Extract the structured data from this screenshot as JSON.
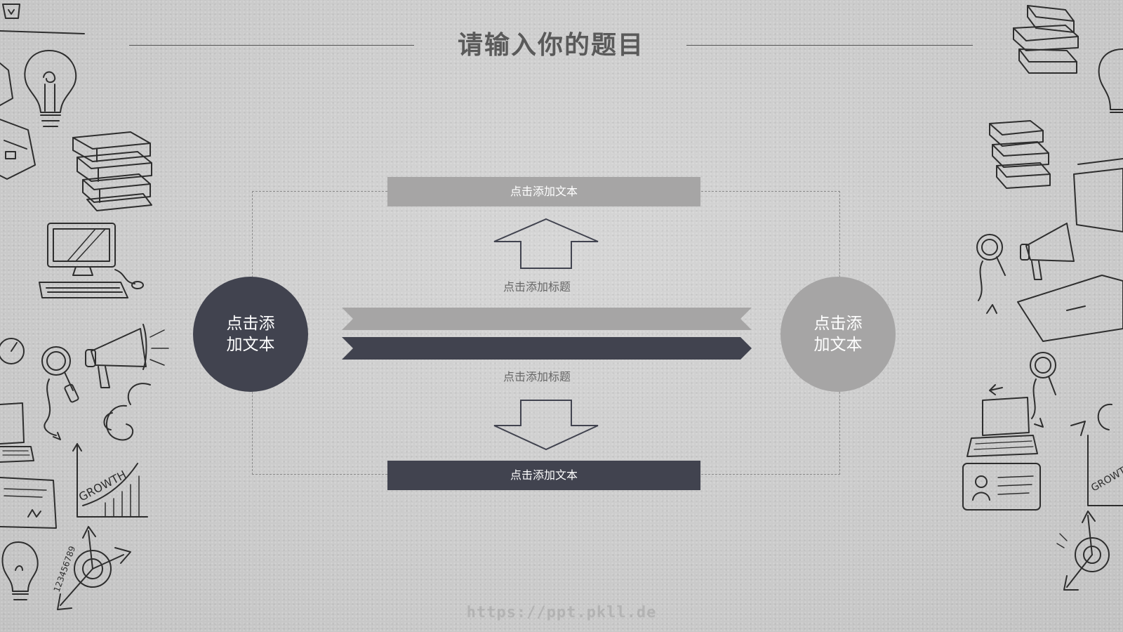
{
  "slide": {
    "title": "请输入你的题目",
    "top_bar_text": "点击添加文本",
    "bottom_bar_text": "点击添加文本",
    "upper_subtitle": "点击添加标题",
    "lower_subtitle": "点击添加标题",
    "left_circle_text": "点击添加文本",
    "right_circle_text": "点击添加文本"
  },
  "doodle_labels": {
    "growth_left": "GROWTH",
    "growth_right": "GROWTH",
    "numbers": "123456789"
  },
  "watermark": "https://ppt.pkll.de",
  "colors": {
    "dark": "#41434f",
    "light": "#a6a5a5",
    "background": "#cfcfcf",
    "line": "#555555"
  },
  "icons": {
    "upper_arrow": "arrow-up-outline-icon",
    "lower_arrow": "arrow-down-outline-icon"
  }
}
